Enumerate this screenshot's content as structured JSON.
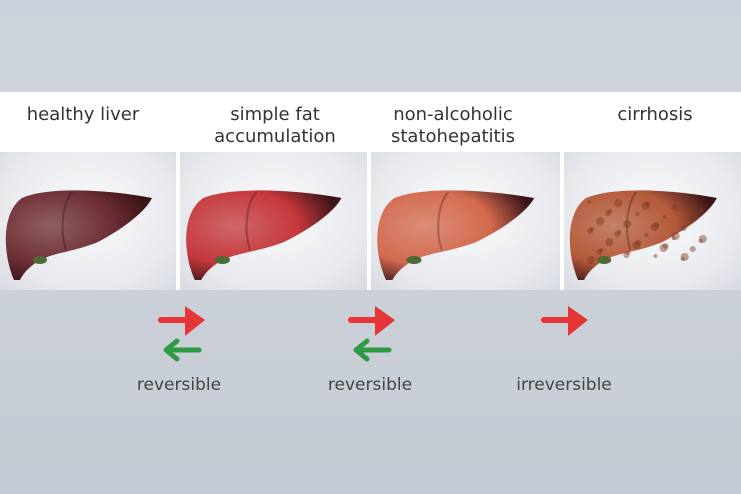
{
  "stages": [
    {
      "title": "healthy liver",
      "color": "#6e2f35"
    },
    {
      "title": "simple fat accumulation",
      "color": "#c5383c"
    },
    {
      "title": "non-alcoholic statohepatitis",
      "color": "#d36a4e"
    },
    {
      "title": "cirrhosis",
      "color": "#b55a3a"
    }
  ],
  "transitions": [
    {
      "label": "reversible",
      "arrows": [
        "right-arrow",
        "left-arrow"
      ]
    },
    {
      "label": "reversible",
      "arrows": [
        "right-arrow",
        "left-arrow"
      ]
    },
    {
      "label": "irreversible",
      "arrows": [
        "right-arrow"
      ]
    }
  ],
  "colors": {
    "forward": "#e53535",
    "backward": "#2e9a44"
  }
}
